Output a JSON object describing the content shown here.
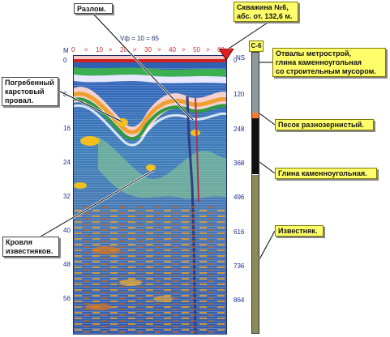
{
  "header": {
    "scale_label": "Vф = 10 = 65",
    "top_ticks": [
      "0",
      "10",
      "20",
      "30",
      "40",
      "50",
      "60"
    ],
    "m_label": "M",
    "ns_label": "NS",
    "depth_ticks": [
      "0",
      "8",
      "16",
      "24",
      "32",
      "40",
      "48",
      "56"
    ],
    "ns_ticks": [
      "0",
      "120",
      "248",
      "368",
      "496",
      "616",
      "736",
      "864"
    ]
  },
  "well": {
    "id_label": "С-6",
    "title_line1": "Скважина №6,",
    "title_line2": "абс. от. 132,6 м.",
    "marker_color": "#e02020",
    "layers": [
      {
        "name": "dumps",
        "from": 0,
        "to": 0.215,
        "color": "#8f9a9d"
      },
      {
        "name": "sand",
        "from": 0.215,
        "to": 0.235,
        "color": "#ef7d3a"
      },
      {
        "name": "clay",
        "from": 0.235,
        "to": 0.435,
        "color": "#111111"
      },
      {
        "name": "limestone",
        "from": 0.435,
        "to": 1.0,
        "color": "#8a8a5a"
      }
    ]
  },
  "labels": {
    "fault": "Разлом.",
    "sinkhole_line1": "Погребенный",
    "sinkhole_line2": "карстовый",
    "sinkhole_line3": "провал.",
    "roof_line1": "Кровля",
    "roof_line2": "известняков.",
    "dumps_line1": "Отвалы метрострой,",
    "dumps_line2": "глина каменноугольная",
    "dumps_line3": "со строительным мусором.",
    "sand": "Песок разнозернистый.",
    "clay": "Глина каменноугольная.",
    "limestone": "Известняк."
  }
}
